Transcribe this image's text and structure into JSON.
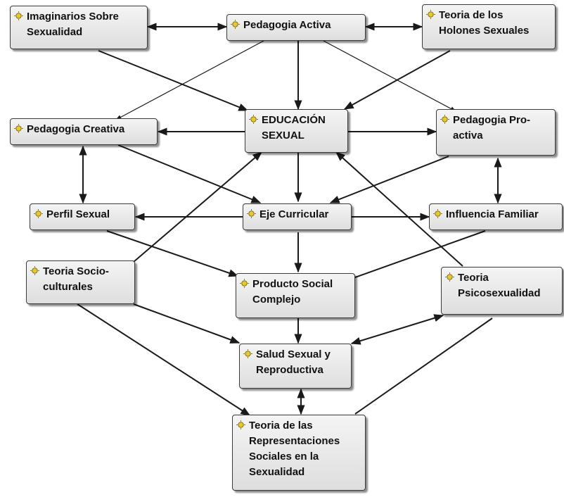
{
  "concept_icon": "concept-bulb-icon",
  "colors": {
    "node_fill_top": "#f4f4f4",
    "node_fill_bottom": "#dedede",
    "node_border": "#3a3a3a",
    "line": "#1a1a1a",
    "icon": "#e8c830"
  },
  "nodes": {
    "imaginarios": "Imaginarios Sobre\nSexualidad",
    "pedagogia_activa": "Pedagogia Activa",
    "teoria_holones": "Teoria de los\nHolones Sexuales",
    "pedagogia_creativa": "Pedagogia Creativa",
    "educacion_sexual": "EDUCACIÓN\nSEXUAL",
    "pedagogia_proactiva": "Pedagogia Pro-\nactiva",
    "perfil_sexual": "Perfil Sexual",
    "eje_curricular": "Eje Curricular",
    "influencia_familiar": "Influencia Familiar",
    "teoria_socioculturales": "Teoria Socio-\nculturales",
    "producto_social": "Producto Social\nComplejo",
    "teoria_psicosexualidad": "Teoria\nPsicosexualidad",
    "salud_sexual": "Salud Sexual y\nReproductiva",
    "teoria_representaciones": "Teoria de las\nRepresentaciones\nSociales en la\nSexualidad"
  }
}
